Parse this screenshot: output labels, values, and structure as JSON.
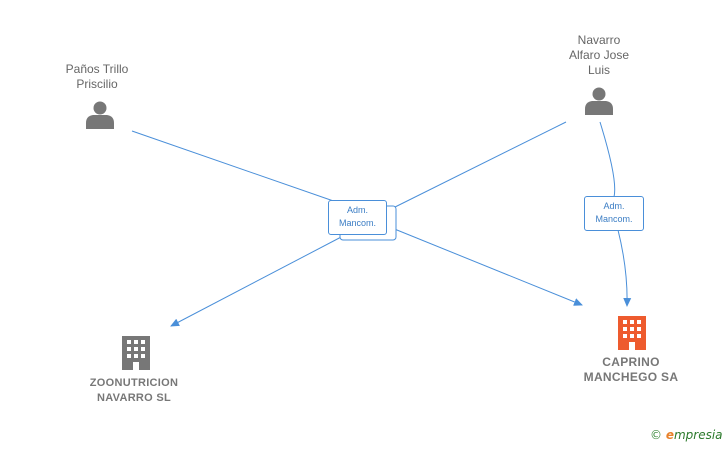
{
  "nodes": {
    "person_1": {
      "label": "Paños Trillo\nPriscilio",
      "icon": "person-icon"
    },
    "person_2": {
      "label": "Navarro\nAlfaro Jose\nLuis",
      "icon": "person-icon"
    },
    "company_1": {
      "label": "ZOONUTRICION\nNAVARRO  SL",
      "icon": "building-icon",
      "color": "#777777"
    },
    "company_2": {
      "label": "CAPRINO\nMANCHEGO SA",
      "icon": "building-icon",
      "color": "#ee5b2e"
    }
  },
  "edges": {
    "center_label": "Adm.\nMancom.",
    "right_label": "Adm.\nMancom."
  },
  "colors": {
    "edge": "#4a8fd9",
    "person": "#777777",
    "company": "#777777",
    "highlight": "#ee5b2e"
  },
  "watermark": {
    "copyright": "©",
    "brand_e": "e",
    "brand_rest": "mpresia"
  }
}
